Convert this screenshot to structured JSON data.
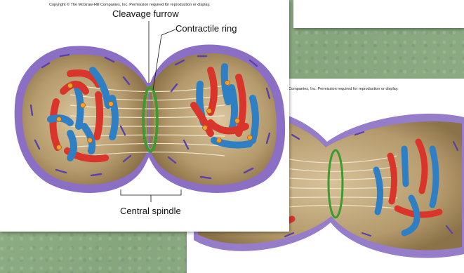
{
  "front": {
    "copyright": "Copyright © The McGraw-Hill Companies, Inc. Permission required for reproduction or display.",
    "labels": {
      "cleavage_furrow": "Cleavage furrow",
      "contractile_ring": "Contractile ring",
      "central_spindle": "Central spindle"
    }
  },
  "back": {
    "copyright": "ill Companies, Inc. Permission required for reproduction or display."
  },
  "colors": {
    "background": "#8fae86",
    "membrane": "#8a6fc4",
    "cytoplasm": "#b49a6c",
    "chromosome_red": "#d9352a",
    "chromosome_blue": "#2f7fc4",
    "contractile_ring": "#3c9a2e",
    "vesicle": "#5a3fb0"
  }
}
